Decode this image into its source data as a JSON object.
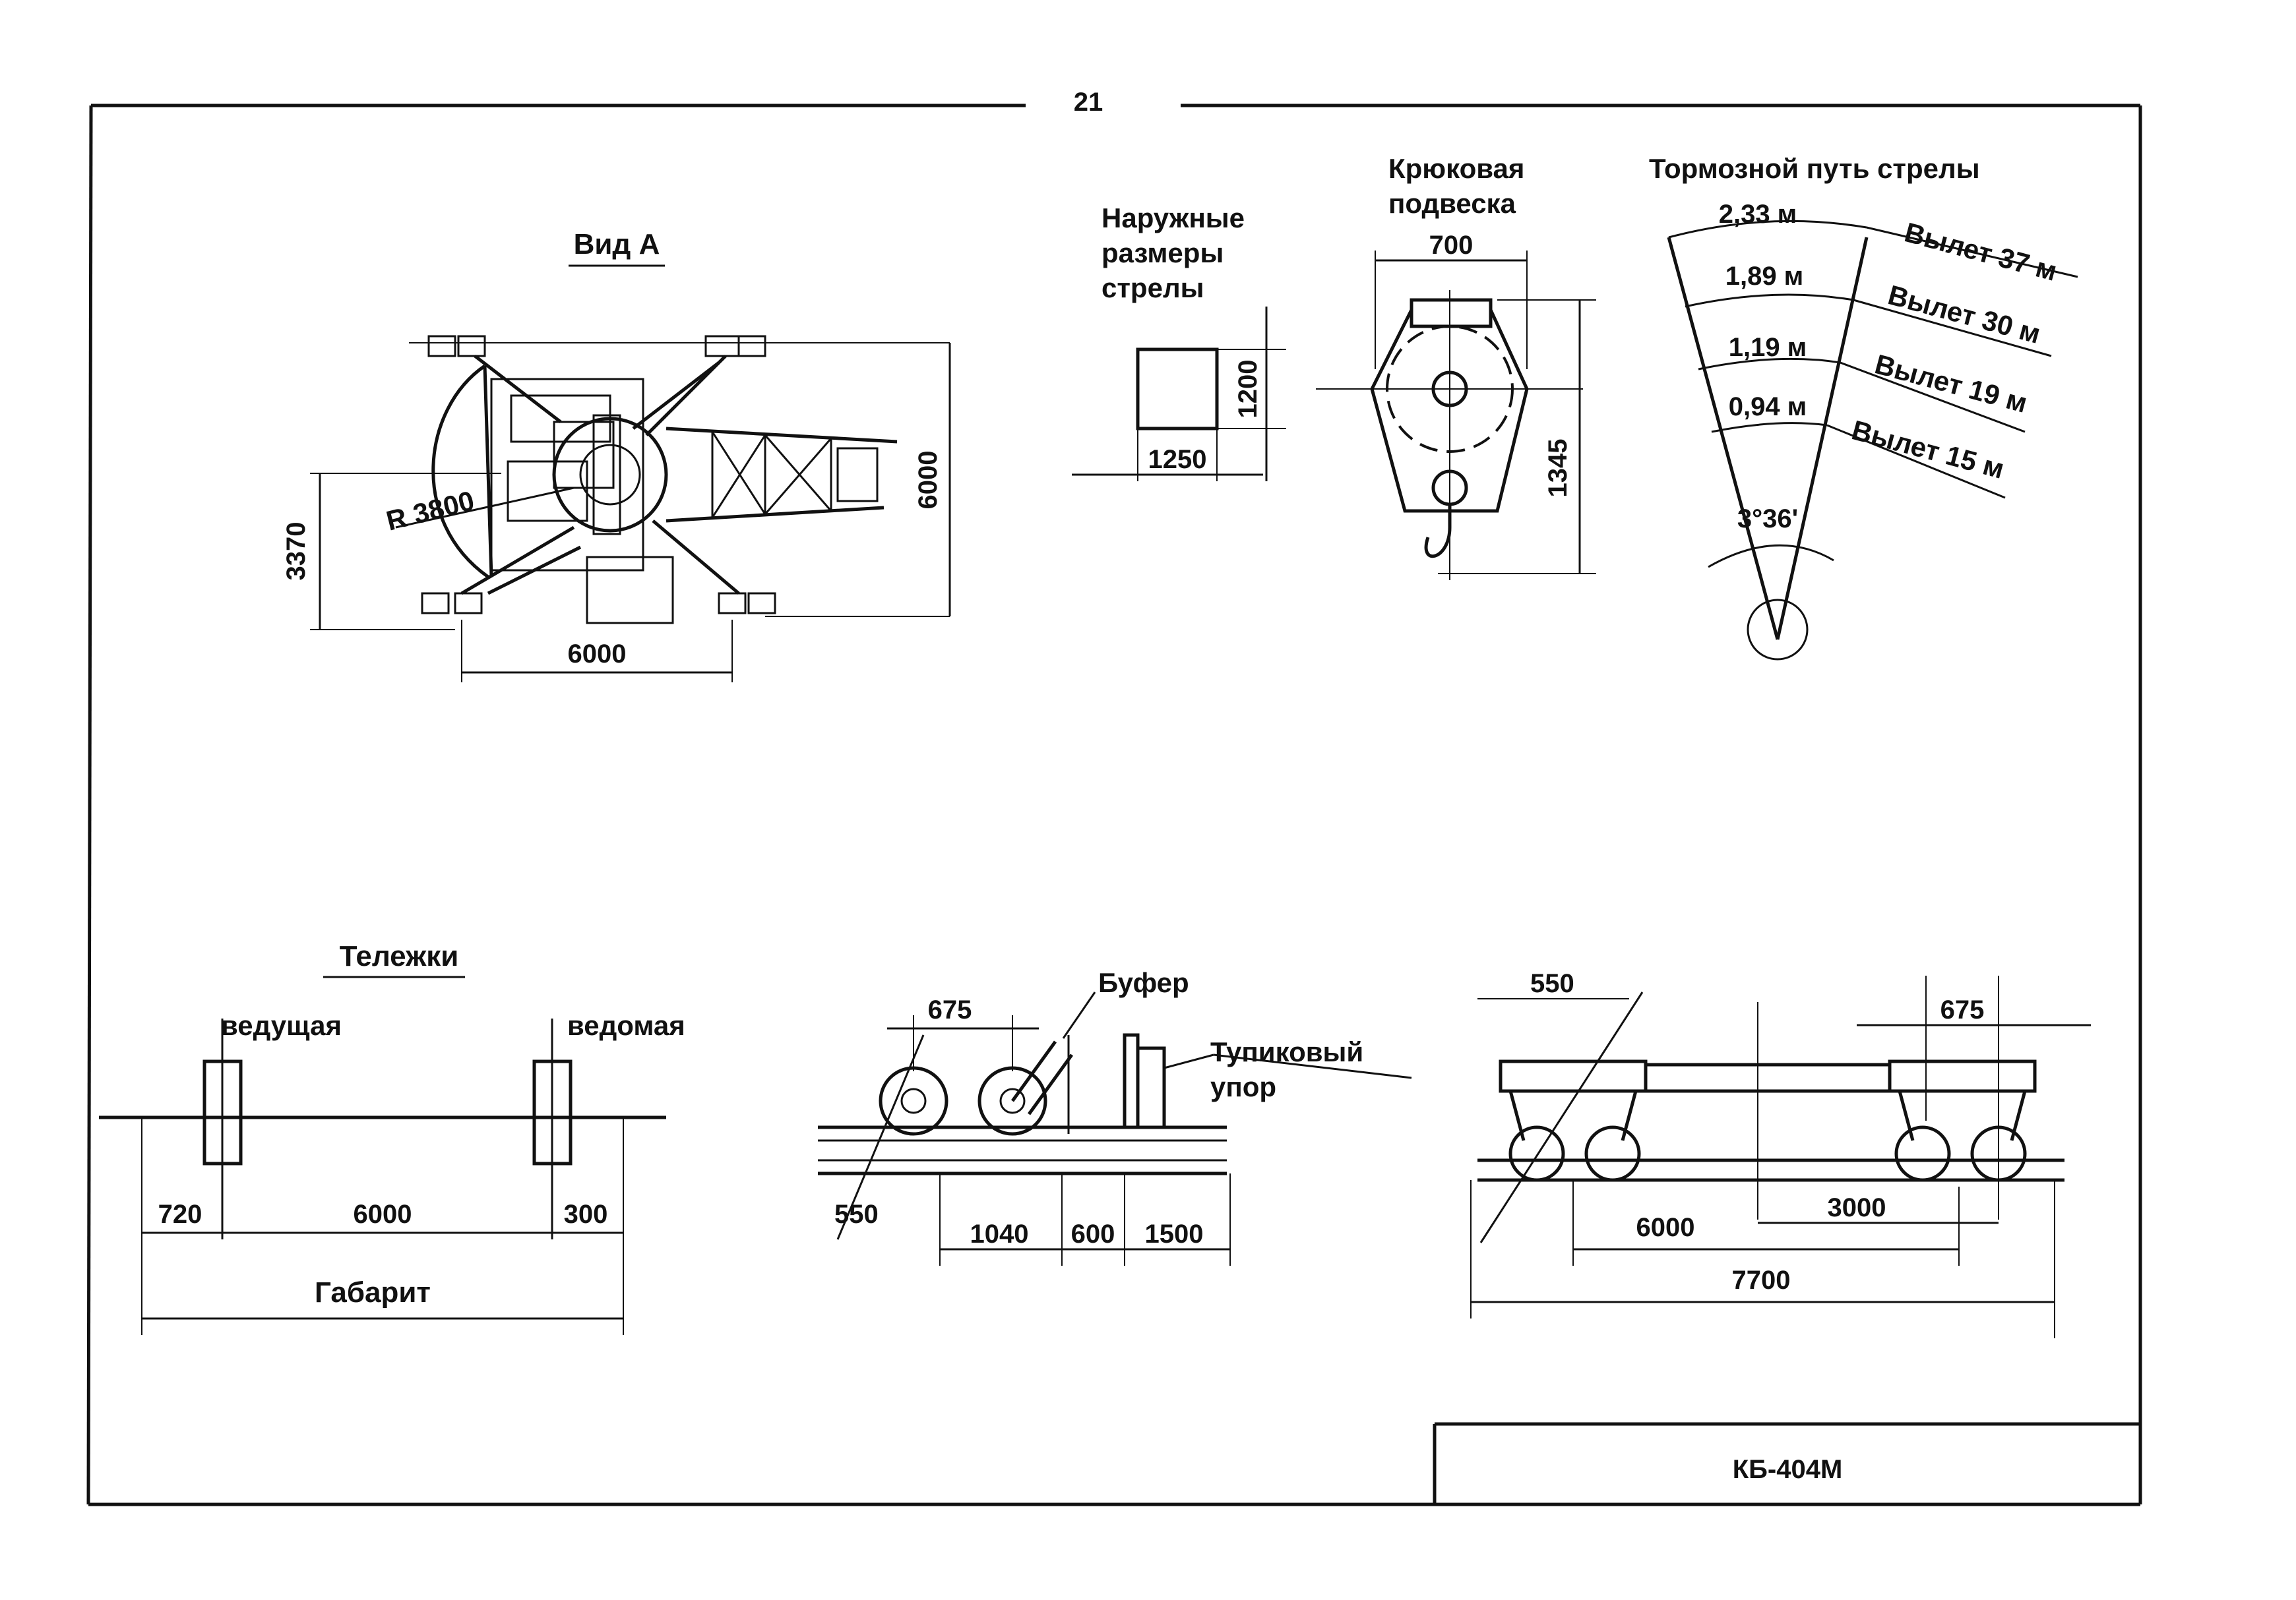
{
  "page": {
    "number": "21",
    "stamp_title": "КБ-404М"
  },
  "view_a": {
    "title": "Вид А",
    "dims": {
      "radius": "R 3800",
      "width_left": "3370",
      "height_right": "6000",
      "length_bottom": "6000"
    }
  },
  "boom_section": {
    "title_lines": [
      "Наружные",
      "размеры",
      "стрелы"
    ],
    "dims": {
      "height": "1200",
      "width": "1250"
    }
  },
  "hook_block": {
    "title_lines": [
      "Крюковая",
      "подвеска"
    ],
    "dims": {
      "width": "700",
      "height": "1345"
    }
  },
  "braking": {
    "title": "Тормозной путь стрелы",
    "angle": "3°36'",
    "rows": [
      {
        "distance": "2,33 м",
        "reach": "Вылет 37 м"
      },
      {
        "distance": "1,89 м",
        "reach": "Вылет 30 м"
      },
      {
        "distance": "1,19 м",
        "reach": "Вылет 19 м"
      },
      {
        "distance": "0,94 м",
        "reach": "Вылет 15 м"
      }
    ]
  },
  "bogies": {
    "title": "Тележки",
    "driving": "ведущая",
    "driven": "ведомая",
    "dims": {
      "left": "720",
      "middle": "6000",
      "right": "300"
    },
    "gauge": "Габарит"
  },
  "buffer": {
    "buffer_label": "Буфер",
    "stop_label_lines": [
      "Тупиковый",
      "упор"
    ],
    "dims": {
      "top": "675",
      "diameter": "550",
      "d1": "1040",
      "d2": "600",
      "d3": "1500"
    }
  },
  "side_view": {
    "dims": {
      "diameter": "550",
      "top": "675",
      "base": "6000",
      "right": "3000",
      "total": "7700"
    }
  }
}
